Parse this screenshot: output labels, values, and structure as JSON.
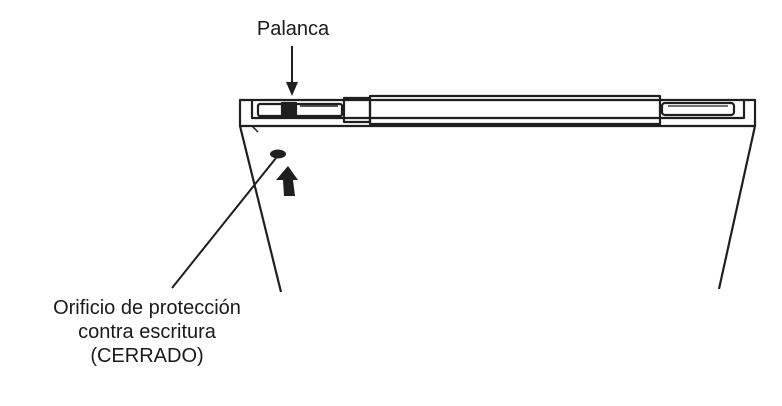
{
  "labels": {
    "lever": "Palanca",
    "write_protect_hole": [
      "Orificio de protección",
      "contra escritura",
      "(CERRADO)"
    ]
  },
  "colors": {
    "line": "#1f1f1f",
    "background": "#ffffff"
  }
}
